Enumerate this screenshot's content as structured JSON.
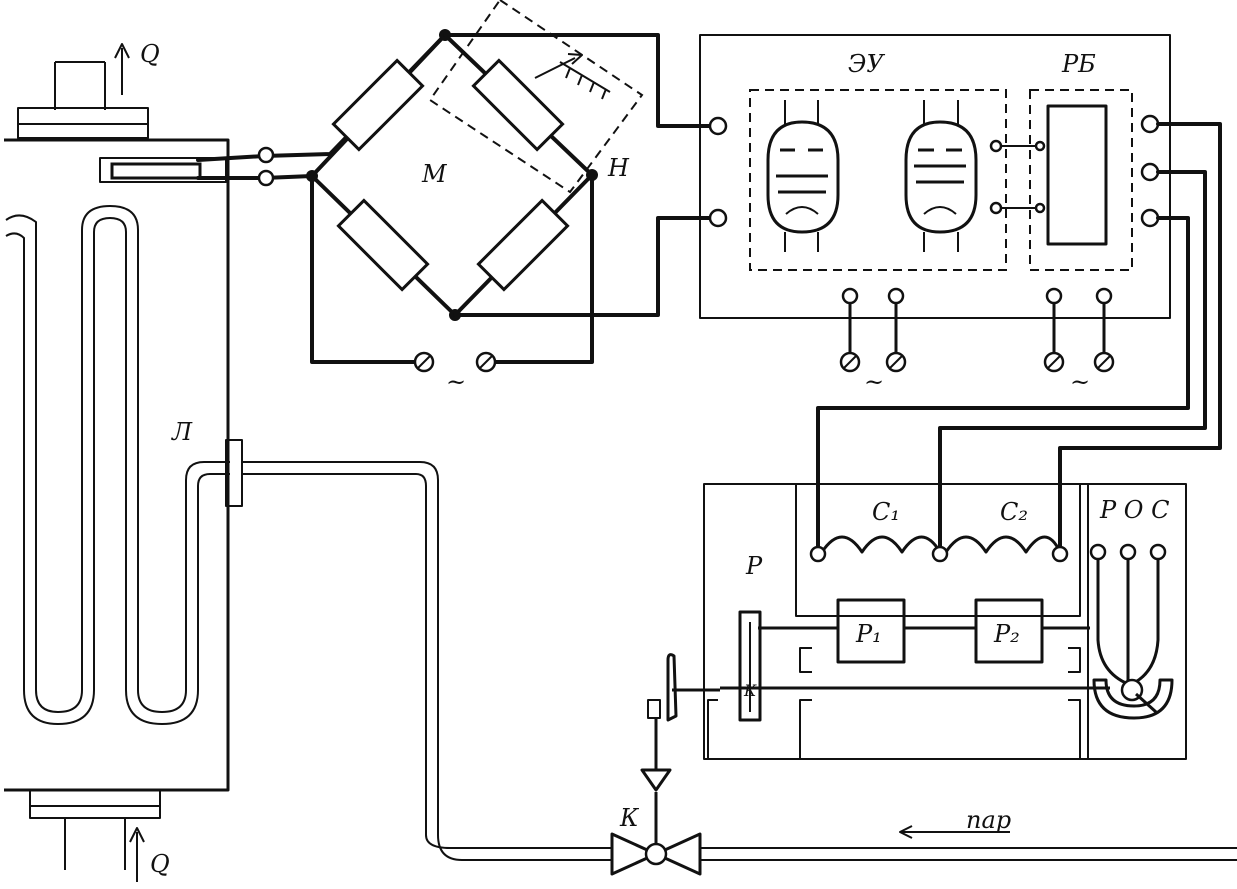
{
  "labels": {
    "q_top": "Q",
    "q_bottom": "Q",
    "exchanger": "Л",
    "bridge": "М",
    "bridge_node": "Н",
    "amplifier": "ЭУ",
    "relay_block": "РБ",
    "ac_bridge": "~",
    "ac_amp": "~",
    "ac_rb": "~",
    "regulator": "Р",
    "coil_1": "C₁",
    "coil_2": "C₂",
    "switch": "Р О С",
    "relay_1": "P₁",
    "relay_2": "P₂",
    "contact_k": "К",
    "valve": "К",
    "steam": "пар"
  },
  "colors": {
    "ink": "#111111",
    "paper": "#ffffff"
  }
}
